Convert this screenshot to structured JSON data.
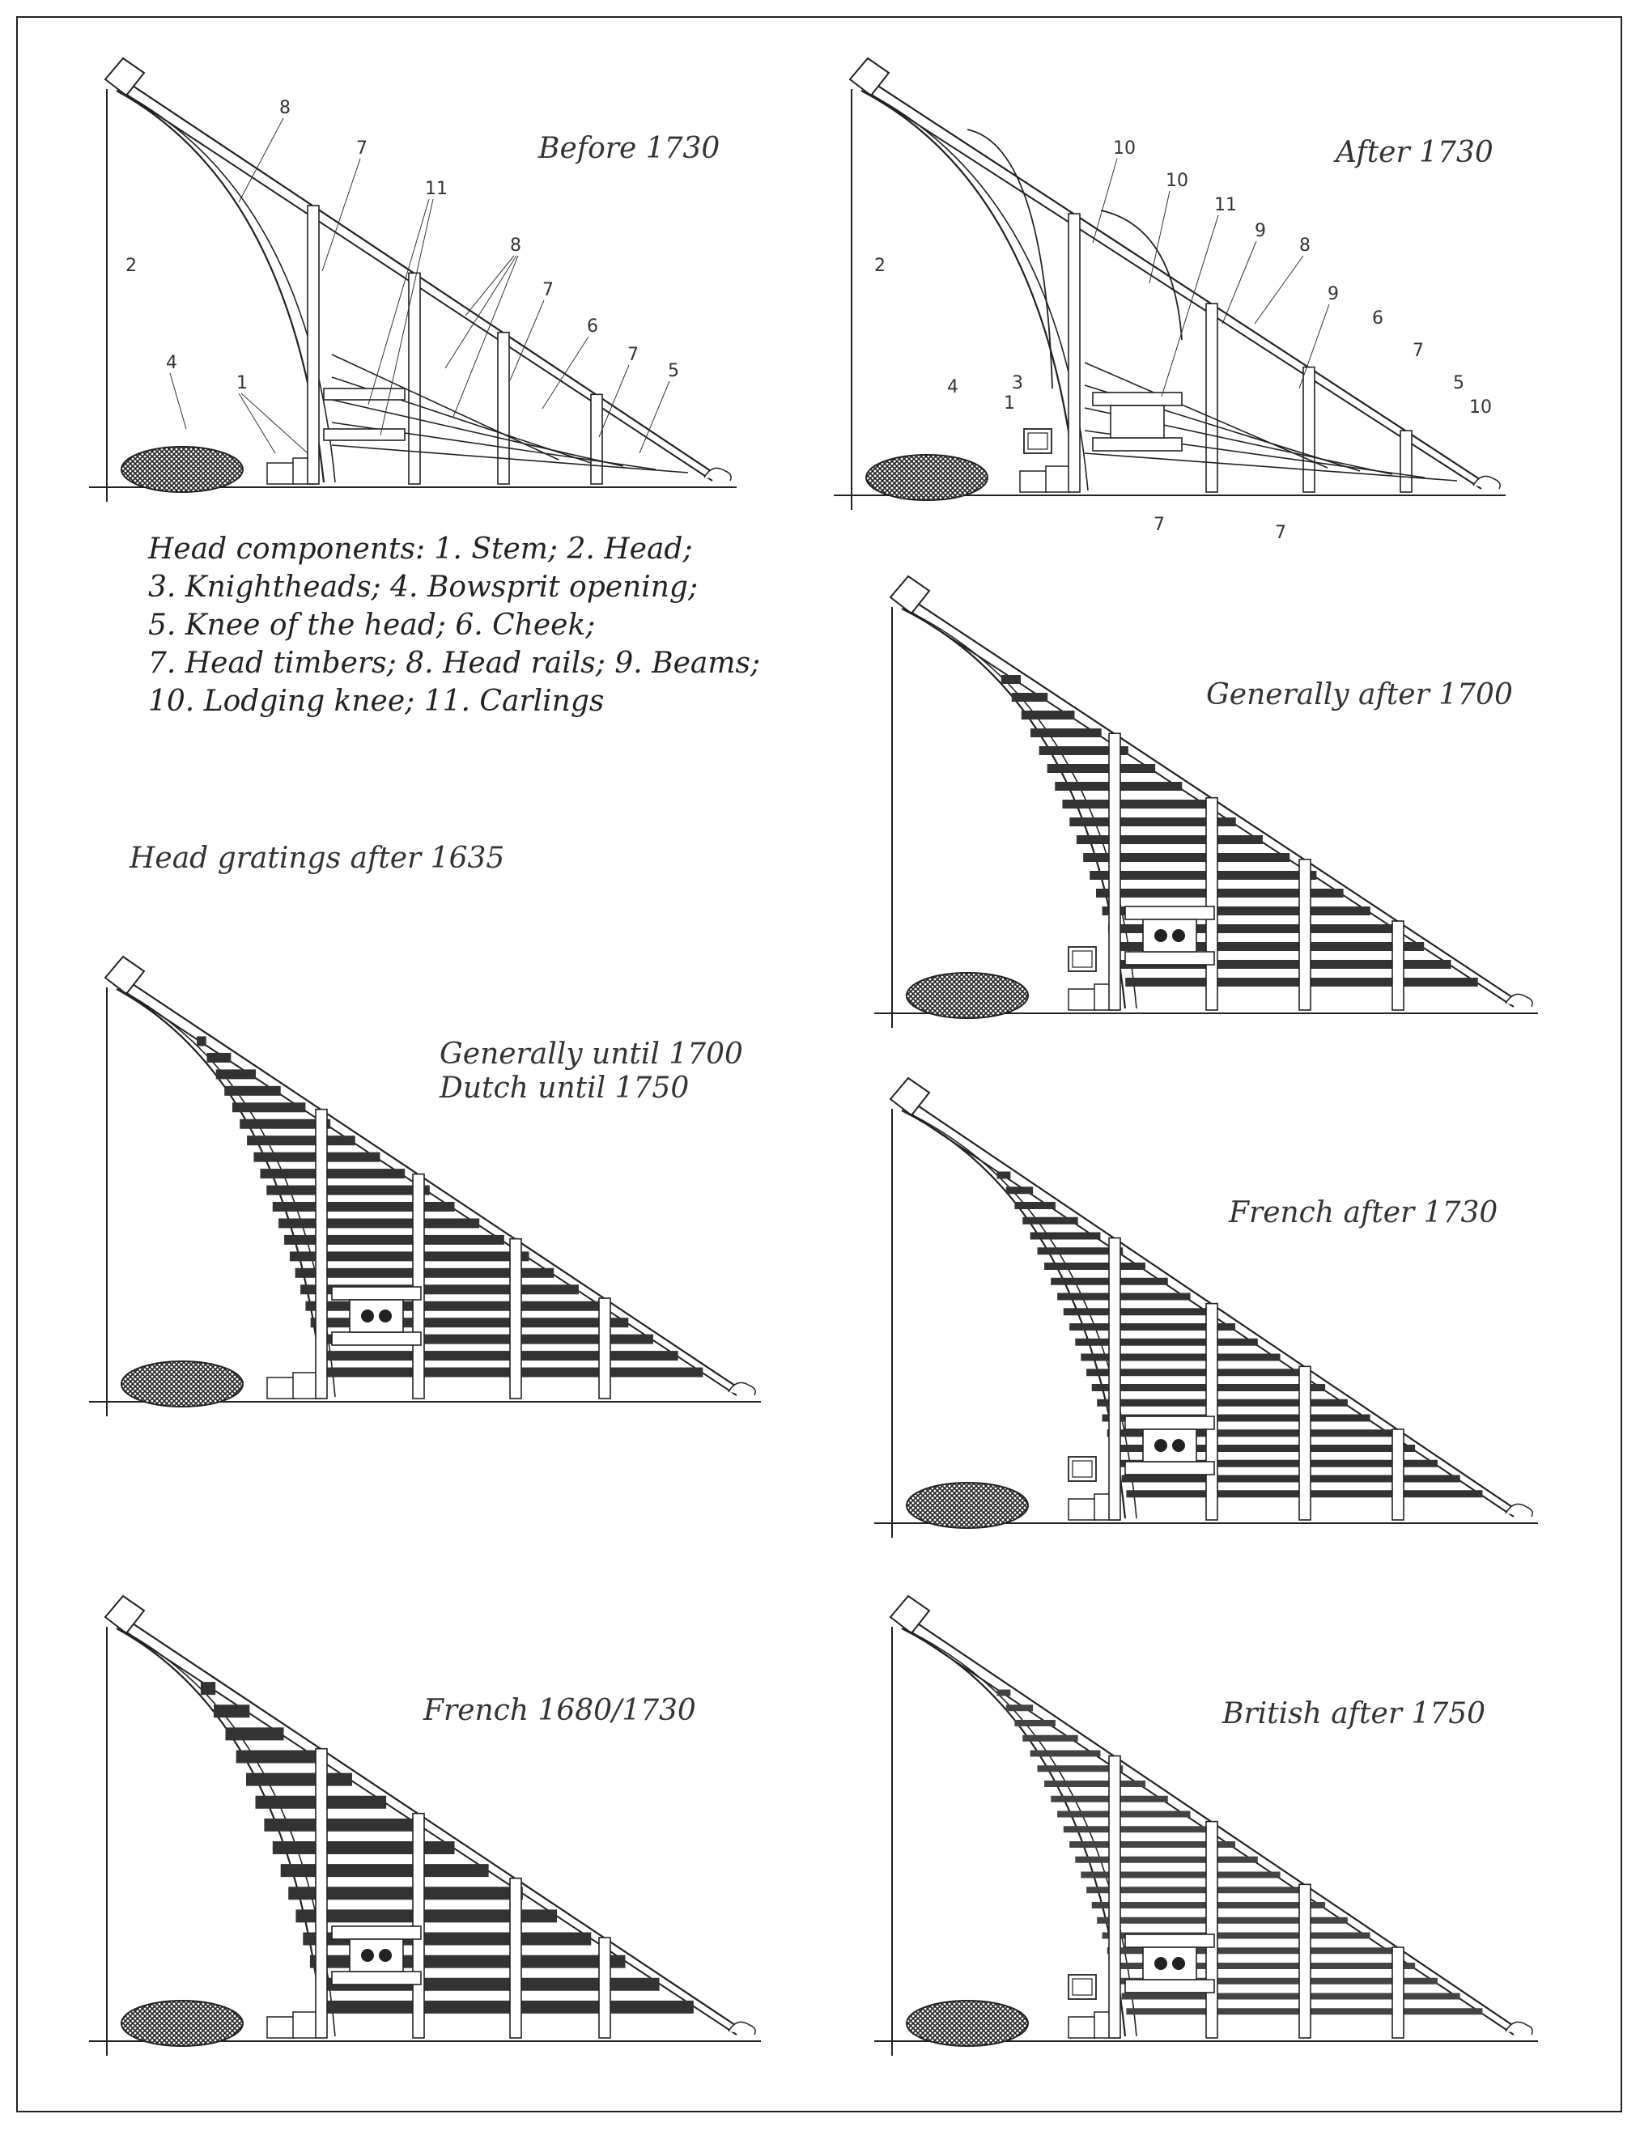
{
  "panels": [
    {
      "id": "before-1730",
      "title": "Before 1730"
    },
    {
      "id": "after-1730",
      "title": "After 1730"
    },
    {
      "id": "generally-after-1700",
      "title": "Generally after 1700"
    },
    {
      "id": "generally-until-1700",
      "title_lines": [
        "Generally until 1700",
        "Dutch until 1750"
      ]
    },
    {
      "id": "french-after-1730",
      "title": "French after 1730"
    },
    {
      "id": "french-1680-1730",
      "title": "French 1680/1730"
    },
    {
      "id": "british-after-1750",
      "title": "British after 1750"
    }
  ],
  "legend": {
    "lines": [
      "Head components: 1. Stem; 2. Head;",
      "3. Knightheads; 4. Bowsprit opening;",
      "5. Knee of the head; 6. Cheek;",
      "7. Head timbers; 8. Head rails; 9. Beams;",
      "10. Lodging knee; 11. Carlings"
    ]
  },
  "section_title": "Head gratings after 1635",
  "callouts": {
    "before": [
      "8",
      "7",
      "11",
      "2",
      "8",
      "7",
      "6",
      "7",
      "5",
      "4",
      "1"
    ],
    "after": [
      "10",
      "10",
      "11",
      "9",
      "8",
      "9",
      "6",
      "7",
      "5",
      "10",
      "2",
      "3",
      "4",
      "1",
      "7",
      "7"
    ]
  }
}
